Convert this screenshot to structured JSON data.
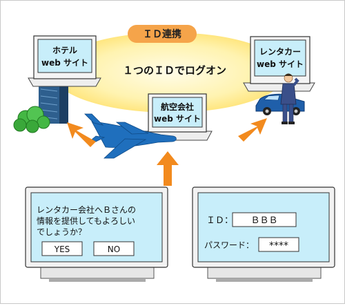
{
  "ellipse_tag": "ＩＤ連携",
  "center_label": "１つのＩＤでログオン",
  "sites": {
    "hotel": {
      "line1": "ホテル",
      "line2": "web サイト"
    },
    "airline": {
      "line1": "航空会社",
      "line2": "web サイト"
    },
    "rental": {
      "line1": "レンタカー",
      "line2": "web サイト"
    }
  },
  "consent_screen": {
    "message_line1": "レンタカー会社へＢさんの",
    "message_line2": "情報を提供してもよろしい",
    "message_line3": "でしょうか？",
    "yes_label": "YES",
    "no_label": "NO"
  },
  "login_screen": {
    "id_label": "ＩＤ：",
    "id_value": "ＢＢＢ",
    "password_label": "パスワード：",
    "password_value": "****"
  },
  "colors": {
    "ellipse_fill": "#fff6bf",
    "tag_fill": "#f5a44a",
    "screen_fill": "#c8eefa",
    "arrow": "#f28a1e",
    "monitor_frame": "#f2f2f2"
  }
}
